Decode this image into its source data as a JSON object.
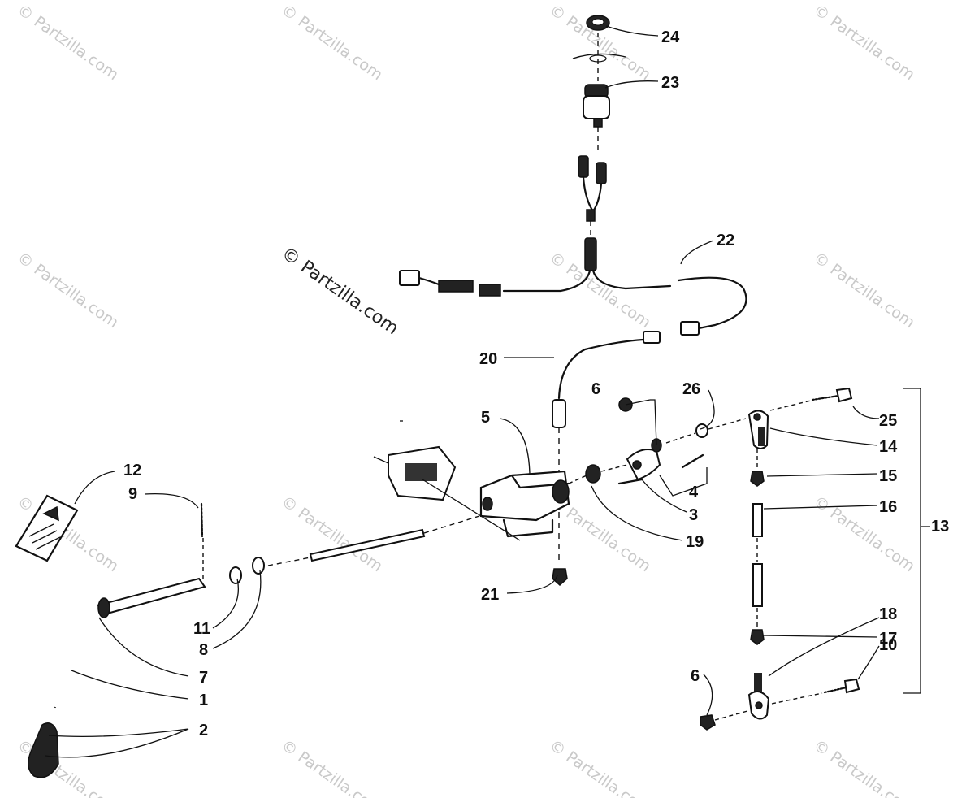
{
  "watermark": {
    "repeat_text": "© Partzilla.com",
    "main_text": "© Partzilla.com"
  },
  "callouts": [
    {
      "id": "c1",
      "text": "1"
    },
    {
      "id": "c2",
      "text": "2"
    },
    {
      "id": "c3",
      "text": "3"
    },
    {
      "id": "c4",
      "text": "4"
    },
    {
      "id": "c5",
      "text": "5"
    },
    {
      "id": "c6a",
      "text": "6"
    },
    {
      "id": "c6b",
      "text": "6"
    },
    {
      "id": "c7",
      "text": "7"
    },
    {
      "id": "c8",
      "text": "8"
    },
    {
      "id": "c9",
      "text": "9"
    },
    {
      "id": "c10",
      "text": "10"
    },
    {
      "id": "c11",
      "text": "11"
    },
    {
      "id": "c12",
      "text": "12"
    },
    {
      "id": "c13",
      "text": "13"
    },
    {
      "id": "c14",
      "text": "14"
    },
    {
      "id": "c15",
      "text": "15"
    },
    {
      "id": "c16",
      "text": "16"
    },
    {
      "id": "c17",
      "text": "17"
    },
    {
      "id": "c18",
      "text": "18"
    },
    {
      "id": "c19",
      "text": "19"
    },
    {
      "id": "c20",
      "text": "20"
    },
    {
      "id": "c21",
      "text": "21"
    },
    {
      "id": "c22",
      "text": "22"
    },
    {
      "id": "c23",
      "text": "23"
    },
    {
      "id": "c24",
      "text": "24"
    },
    {
      "id": "c25",
      "text": "25"
    },
    {
      "id": "c26",
      "text": "26"
    }
  ]
}
